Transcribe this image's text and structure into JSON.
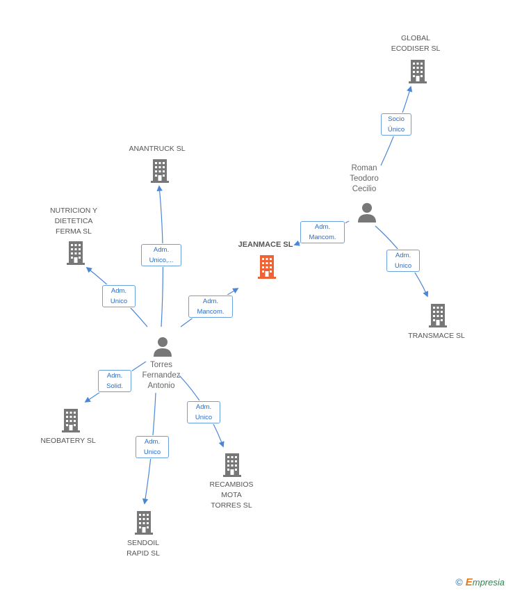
{
  "colors": {
    "edge": "#4a86d8",
    "building": "#777777",
    "center_building": "#ee6336",
    "person": "#777777"
  },
  "center": {
    "label": "JEANMACE SL"
  },
  "companies": {
    "global": "GLOBAL\nECODISER SL",
    "anantruck": "ANANTRUCK  SL",
    "nutricion": "NUTRICION Y\nDIETETICA\nFERMA SL",
    "transmace": "TRANSMACE SL",
    "neobatery": "NEOBATERY SL",
    "recambios": "RECAMBIOS\nMOTA\nTORRES SL",
    "sendoil": "SENDOIL\nRAPID SL"
  },
  "persons": {
    "roman": "Roman\nTeodoro\nCecilio",
    "torres": "Torres\nFernandez\nAntonio"
  },
  "relations": {
    "roman_global": "Socio\nÚnico",
    "roman_jeanmace": "Adm.\nMancom.",
    "roman_transmace": "Adm.\nUnico",
    "torres_anantruck": "Adm.\nUnico,...",
    "torres_nutricion": "Adm.\nUnico",
    "torres_jeanmace": "Adm.\nMancom.",
    "torres_neobatery": "Adm.\nSolid.",
    "torres_recambios": "Adm.\nUnico",
    "torres_sendoil": "Adm.\nUnico"
  },
  "watermark": {
    "symbol": "©",
    "brand_initial": "E",
    "brand_rest": "mpresia"
  }
}
